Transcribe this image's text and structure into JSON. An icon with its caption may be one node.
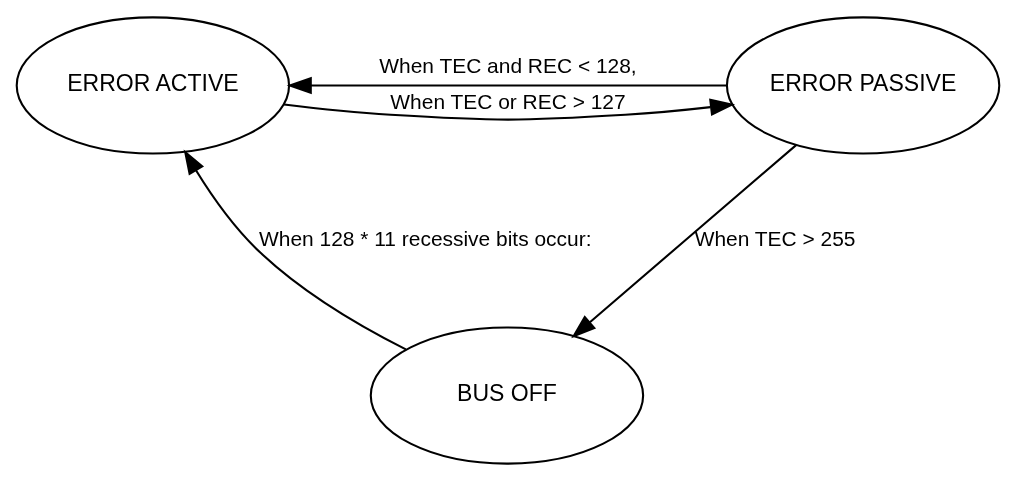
{
  "diagram": {
    "nodes": [
      {
        "text": [
          "ERROR ACTIVE"
        ]
      },
      {
        "text": [
          "ERROR PASSIVE"
        ]
      },
      {
        "text": [
          "BUS OFF"
        ]
      }
    ],
    "edges": [
      {
        "from": 0,
        "to": 1,
        "arrow": "to",
        "label": "When TEC or REC > 127"
      },
      {
        "from": 1,
        "to": 0,
        "arrow": "to",
        "label": "When TEC and REC < 128,"
      },
      {
        "from": 1,
        "to": 2,
        "arrow": "to",
        "label": "When TEC > 255"
      },
      {
        "from": 2,
        "to": 0,
        "arrow": "to",
        "label": "When 128 * 11 recessive bits occur:"
      }
    ]
  }
}
